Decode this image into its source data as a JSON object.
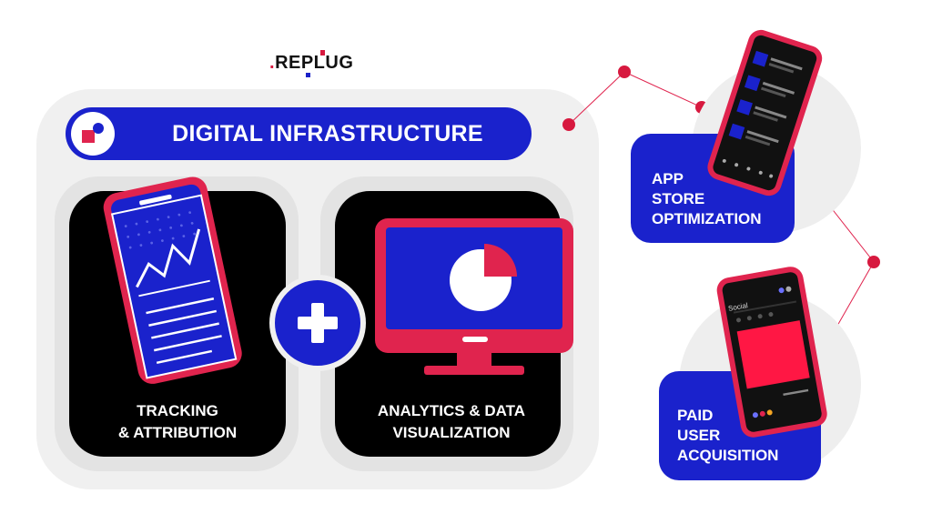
{
  "logo": {
    "text": "REPLUG",
    "prefix": "."
  },
  "header": {
    "title": "DIGITAL INFRASTRUCTURE"
  },
  "cards": [
    {
      "line1": "TRACKING",
      "line2": "& ATTRIBUTION"
    },
    {
      "line1": "ANALYTICS & DATA",
      "line2": "VISUALIZATION"
    }
  ],
  "side": [
    {
      "line1": "APP",
      "line2": "STORE",
      "line3": "OPTIMIZATION"
    },
    {
      "line1": "PAID",
      "line2": "USER",
      "line3": "ACQUISITION"
    }
  ],
  "social_screen": {
    "label": "Social"
  },
  "colors": {
    "blue": "#1a22cc",
    "red": "#e0244e",
    "black": "#000000",
    "light_gray": "#f0f0f0"
  },
  "icons": [
    "plus-icon",
    "smartphone-icon",
    "monitor-icon",
    "pie-chart-icon",
    "line-chart-icon"
  ]
}
